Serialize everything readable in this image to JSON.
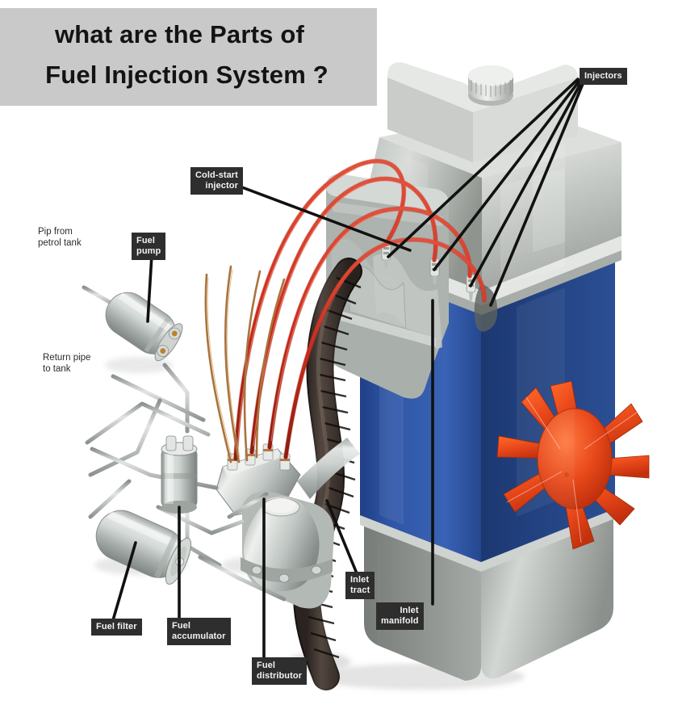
{
  "title": {
    "line1": "what are the Parts of",
    "line2": "Fuel Injection System ?"
  },
  "diagram": {
    "subject": "Fuel injection system cutaway illustration",
    "colors": {
      "banner_bg": "#c9c9c9",
      "label_bg": "#2e2e2e",
      "label_text": "#f2f2f2",
      "engine_blue": "#2f56a6",
      "metal_silver": "#c3c7c4",
      "fan_orange": "#e8441a",
      "fuel_line_red": "#cf2f20",
      "hose_black": "#2a2522",
      "copper": "#b5763c",
      "page_bg": "#ffffff"
    }
  },
  "labels": [
    {
      "id": "injectors",
      "text": "Injectors",
      "style": "boxed",
      "align": "left"
    },
    {
      "id": "cold-start",
      "text": "Cold-start\ninjector",
      "style": "boxed",
      "align": "right"
    },
    {
      "id": "fuel-pump",
      "text": "Fuel\npump",
      "style": "boxed",
      "align": "left"
    },
    {
      "id": "pipe-petrol-tank",
      "text": "Pip from\npetrol tank",
      "style": "plain",
      "align": "left"
    },
    {
      "id": "return-pipe",
      "text": "Return pipe\nto tank",
      "style": "plain",
      "align": "left"
    },
    {
      "id": "fuel-filter",
      "text": "Fuel filter",
      "style": "boxed",
      "align": "left"
    },
    {
      "id": "fuel-accumulator",
      "text": "Fuel\naccumulator",
      "style": "boxed",
      "align": "left"
    },
    {
      "id": "fuel-distributor",
      "text": "Fuel\ndistributor",
      "style": "boxed",
      "align": "left"
    },
    {
      "id": "inlet-tract",
      "text": "Inlet\ntract",
      "style": "boxed",
      "align": "left"
    },
    {
      "id": "inlet-manifold",
      "text": "Inlet\nmanifold",
      "style": "boxed",
      "align": "right"
    }
  ],
  "parts": [
    {
      "id": "engine-block",
      "name": "Engine block"
    },
    {
      "id": "valve-cover",
      "name": "Valve cover"
    },
    {
      "id": "oil-filler-cap",
      "name": "Oil filler cap"
    },
    {
      "id": "oil-pan",
      "name": "Oil pan"
    },
    {
      "id": "cooling-fan",
      "name": "Cooling fan"
    },
    {
      "id": "intake-runners",
      "name": "Intake runners"
    },
    {
      "id": "injector-fittings",
      "name": "Injector fittings"
    },
    {
      "id": "fuel-lines",
      "name": "Fuel lines"
    },
    {
      "id": "air-hose",
      "name": "Corrugated air hose"
    },
    {
      "id": "fuel-pump-body",
      "name": "Fuel pump"
    },
    {
      "id": "fuel-filter-body",
      "name": "Fuel filter"
    },
    {
      "id": "accumulator-body",
      "name": "Fuel accumulator"
    },
    {
      "id": "distributor-body",
      "name": "Fuel distributor"
    },
    {
      "id": "steel-pipes",
      "name": "Steel fuel pipes"
    }
  ]
}
